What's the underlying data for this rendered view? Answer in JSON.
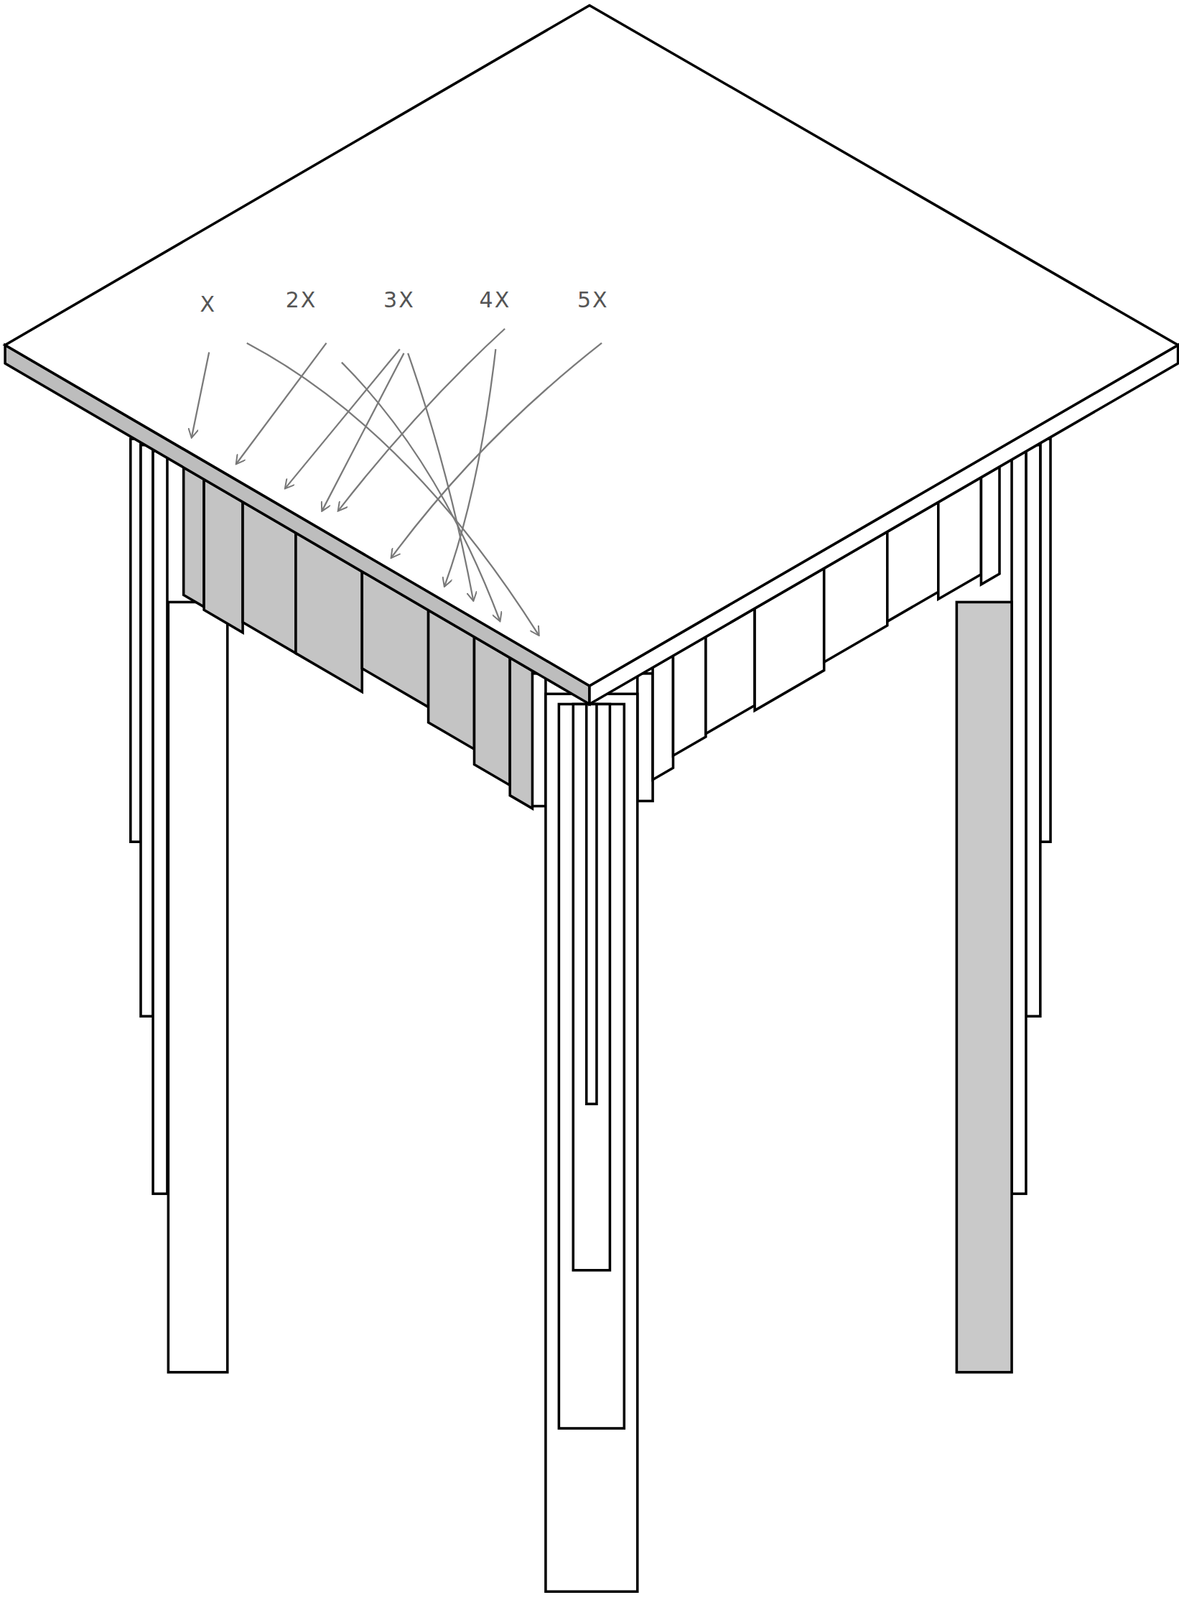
{
  "diagram": {
    "labels": [
      "X",
      "2X",
      "3X",
      "4X",
      "5X"
    ]
  }
}
